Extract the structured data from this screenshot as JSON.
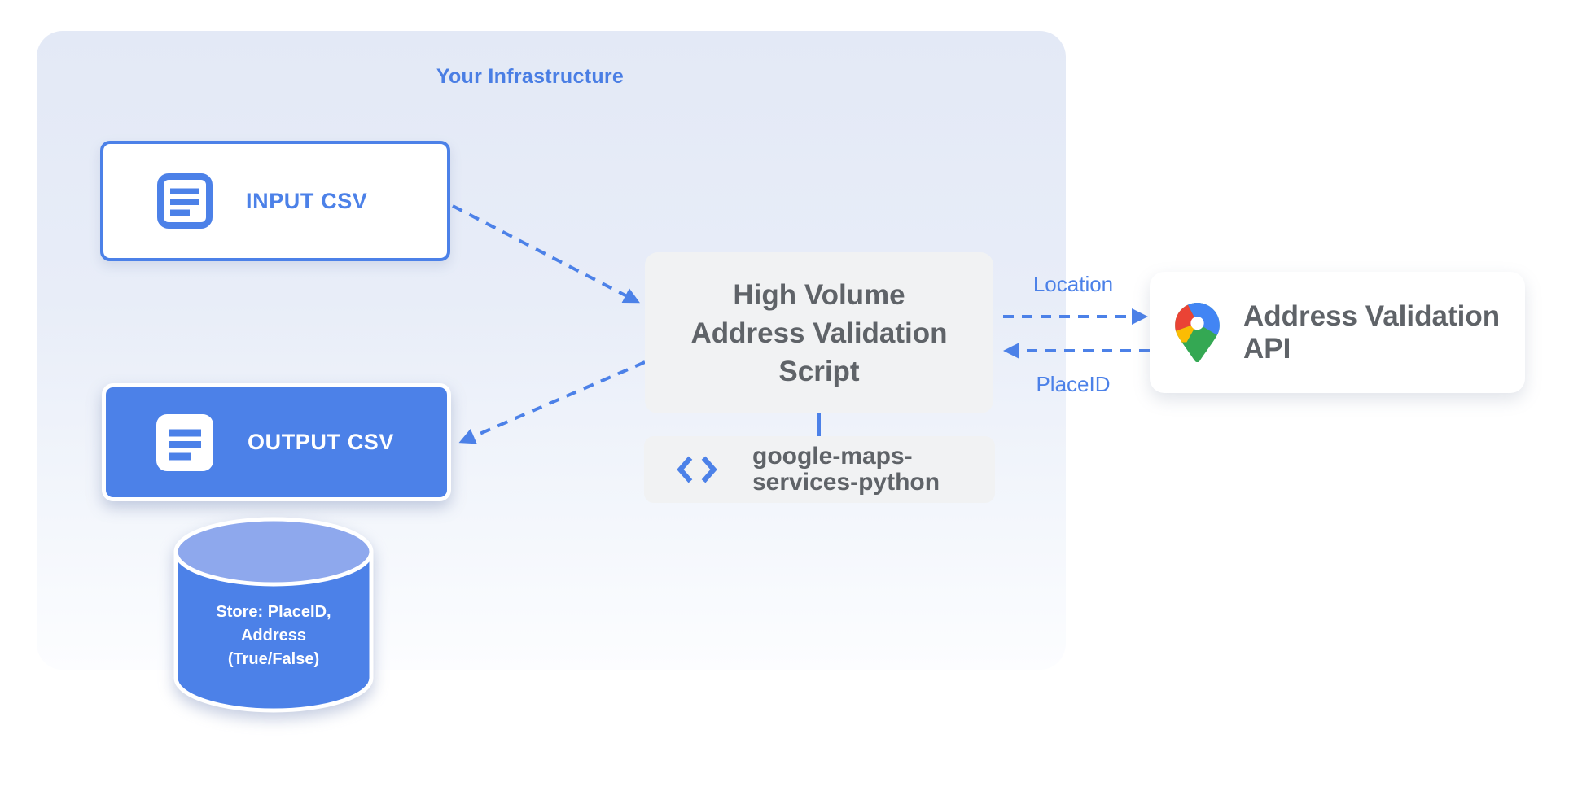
{
  "title": "Your Infrastructure",
  "nodes": {
    "input_csv": {
      "label": "INPUT CSV",
      "icon": "document-lines-icon"
    },
    "output_csv": {
      "label": "OUTPUT CSV",
      "icon": "document-lines-icon"
    },
    "datastore": {
      "lines": [
        "Store: PlaceID,",
        "Address",
        "(True/False)"
      ]
    },
    "script": {
      "lines": [
        "High Volume",
        "Address Validation",
        "Script"
      ]
    },
    "library": {
      "lines": [
        "google-maps-",
        "services-python"
      ],
      "icon": "code-icon"
    },
    "api": {
      "label": "Address Validation API",
      "icon": "google-maps-pin-icon"
    }
  },
  "edges": {
    "location_label": "Location",
    "placeid_label": "PlaceID"
  },
  "colors": {
    "primary_blue": "#4C81E8",
    "cylinder_top_blue": "#8EA8ED",
    "box_gray": "#F1F2F3",
    "text_gray": "#5F6368",
    "container_top": "#E3E9F6",
    "container_bottom": "#FCFDFF",
    "maps_pin_red": "#EA4335",
    "maps_pin_blue": "#4285F4",
    "maps_pin_yellow": "#FBBC04",
    "maps_pin_green": "#34A853"
  }
}
